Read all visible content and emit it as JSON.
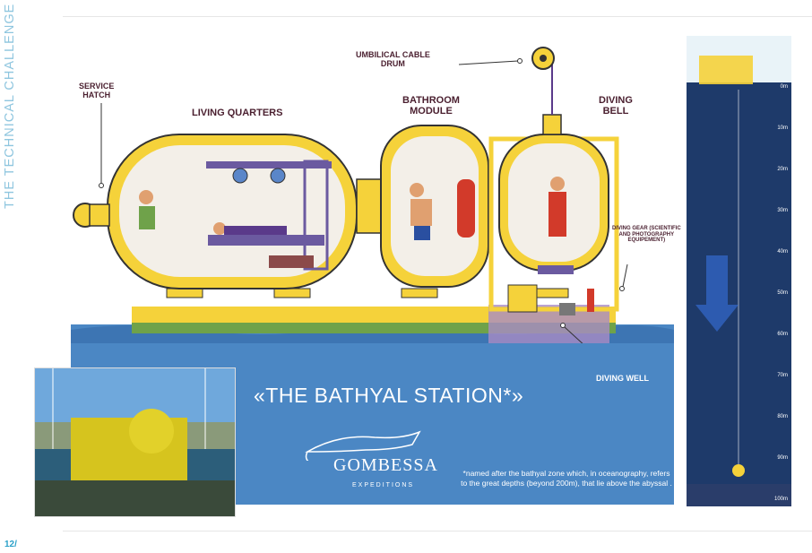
{
  "side_title": "THE TECHNICAL CHALLENGE",
  "page_number": "12/",
  "labels": {
    "service_hatch": "SERVICE\nHATCH",
    "living_quarters": "LIVING QUARTERS",
    "umbilical": "UMBILICAL CABLE\nDRUM",
    "bathroom": "BATHROOM\nMODULE",
    "diving_bell": "DIVING\nBELL",
    "diving_gear": "DIVING GEAR (SCIENTIFIC\nAND PHOTOGRAPHY\nEQUIPEMENT)",
    "diving_well": "DIVING WELL"
  },
  "station_title": "«THE BATHYAL STATION*»",
  "footnote": "*named after the bathyal zone which, in oceanography, refers to the great depths (beyond 200m), that lie above the abyssal .",
  "logo": {
    "name": "GOMBESSA",
    "sub": "EXPEDITIONS"
  },
  "depth_ticks": [
    "0m",
    "10m",
    "20m",
    "30m",
    "40m",
    "50m",
    "60m",
    "70m",
    "80m",
    "90m",
    "100m"
  ],
  "colors": {
    "yellow": "#f5d23a",
    "navy": "#1e3a6a",
    "banner": "#4b87c4",
    "label": "#4a1f2f",
    "accent": "#2aa0c8"
  }
}
